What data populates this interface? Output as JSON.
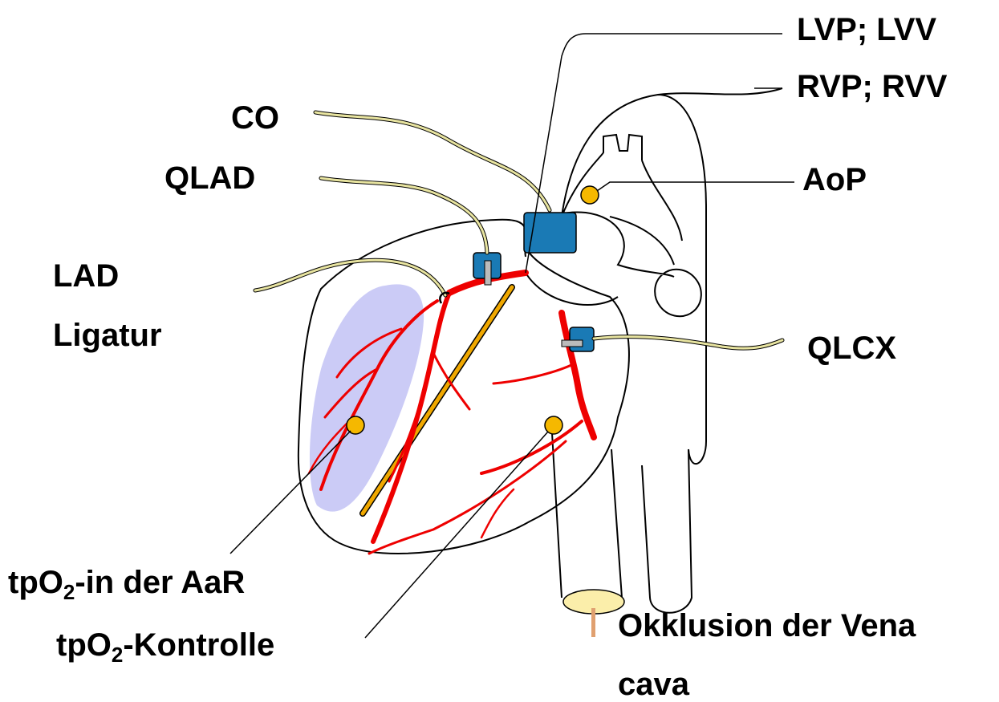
{
  "labels": {
    "lvp_lvv": "LVP; LVV",
    "rvp_rvv": "RVP; RVV",
    "co": "CO",
    "qlad": "QLAD",
    "aop": "AoP",
    "lad": "LAD",
    "ligatur": "Ligatur",
    "qlcx": "QLCX",
    "tpo2_aar": {
      "prefix": "tpO",
      "sub": "2",
      "suffix": "-in der AaR"
    },
    "tpo2_kontrolle": {
      "prefix": "tpO",
      "sub": "2",
      "suffix": "-Kontrolle"
    },
    "okklusion_line1": "Okklusion der Vena",
    "okklusion_line2": "cava"
  },
  "colors": {
    "outline": "#000000",
    "artery": "#ee0000",
    "risk_area": "#c8c8f5",
    "sensor": "#f5b800",
    "flow_probe": "#1a7ab5",
    "catheter": "#f0a800",
    "cable": "#e8e4a0",
    "occluder": "#fbeeaa",
    "occluder_rod": "#e0a070"
  }
}
